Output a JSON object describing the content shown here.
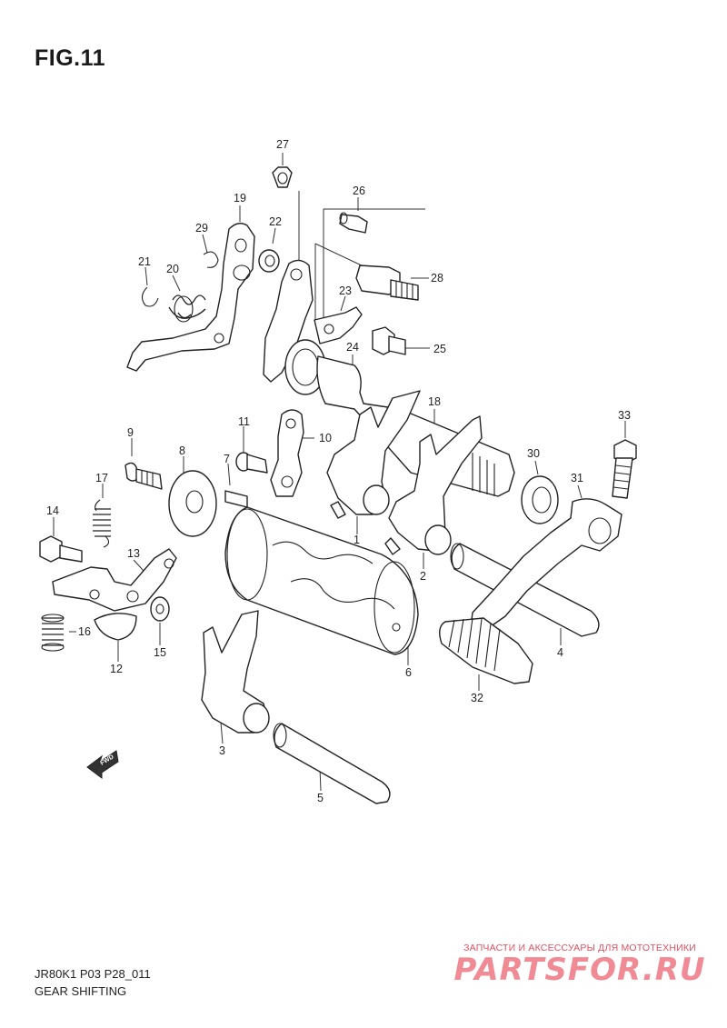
{
  "figure": {
    "title": "FIG.11"
  },
  "footer": {
    "model_code": "JR80K1 P03 P28_011",
    "caption": "GEAR SHIFTING"
  },
  "fwd_label": "FWD",
  "watermark": {
    "tagline": "ЗАПЧАСТИ И АКСЕССУАРЫ ДЛЯ МОТОТЕХНИКИ",
    "brand": "PARTSFOR.RU"
  },
  "callouts": {
    "c1": "1",
    "c2": "2",
    "c3": "3",
    "c4": "4",
    "c5": "5",
    "c6": "6",
    "c7": "7",
    "c8": "8",
    "c9": "9",
    "c10": "10",
    "c11": "11",
    "c12": "12",
    "c13": "13",
    "c14": "14",
    "c15": "15",
    "c16": "16",
    "c17": "17",
    "c18": "18",
    "c19": "19",
    "c20": "20",
    "c21": "21",
    "c22": "22",
    "c23": "23",
    "c24": "24",
    "c25": "25",
    "c26": "26",
    "c27": "27",
    "c28": "28",
    "c29": "29",
    "c30": "30",
    "c31": "31",
    "c32": "32",
    "c33": "33"
  },
  "colors": {
    "line": "#222222",
    "watermark": "#f08a95",
    "watermark_tag": "#e05060"
  }
}
